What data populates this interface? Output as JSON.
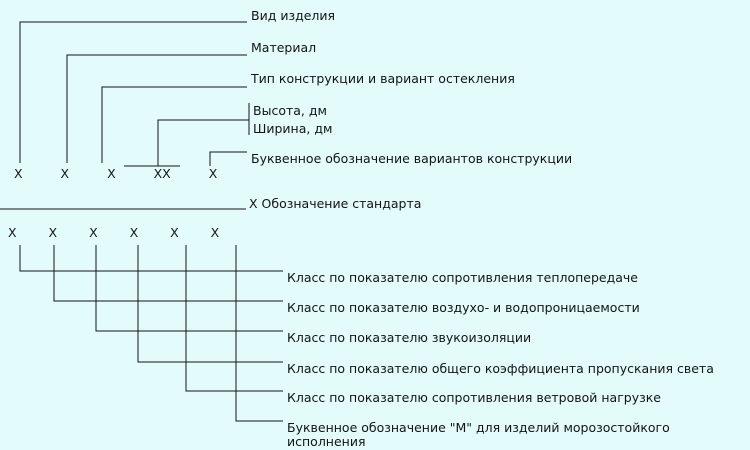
{
  "colors": {
    "background": "#e3fbfb",
    "line": "#141414",
    "text": "#141414"
  },
  "mark": "X",
  "top_marks": "X X X XX X",
  "top_labels": {
    "product_type": "Вид изделия",
    "material": "Материал",
    "construction": "Тип конструкции и вариант остекления",
    "height": "Высота, дм",
    "width": "Ширина, дм",
    "letter_variants": "Буквенное обозначение вариантов конструкции"
  },
  "standard_label": "X Обозначение стандарта",
  "bottom_marks": "X X X X X X",
  "bottom_labels": [
    "Класс по показателю сопротивления теплопередаче",
    "Класс по показателю воздухо- и водопроницаемости",
    "Класс по показателю звукоизоляции",
    "Класс по показателю общего коэффициента пропускания света",
    "Класс по показателю сопротивления ветровой нагрузке",
    "Буквенное обозначение \"М\" для изделий морозостойкого",
    "исполнения"
  ]
}
